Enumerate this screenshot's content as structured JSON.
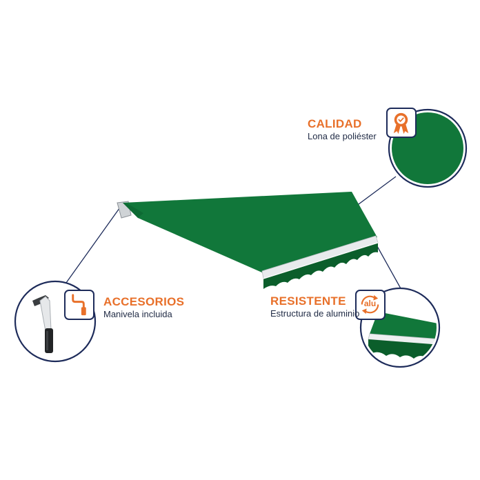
{
  "callouts": {
    "calidad": {
      "title": "CALIDAD",
      "subtitle": "Lona de poliéster",
      "icon": "award-ribbon-icon"
    },
    "accesorios": {
      "title": "ACCESORIOS",
      "subtitle": "Manivela incluida",
      "icon": "crank-handle-icon"
    },
    "resistente": {
      "title": "RESISTENTE",
      "subtitle": "Estructura de aluminio",
      "icon": "aluminium-recycle-icon",
      "badge_text": "alu"
    }
  },
  "colors": {
    "canvas_green": "#11773a",
    "canvas_dark": "#0b5e2b",
    "accent_orange": "#e8702a",
    "navy": "#1d2b5a"
  }
}
